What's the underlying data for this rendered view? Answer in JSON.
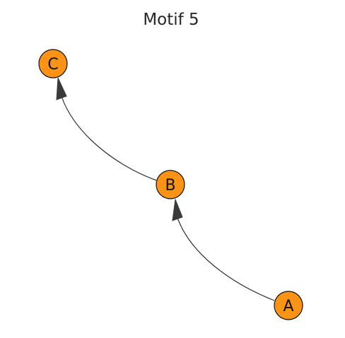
{
  "title": "Motif 5",
  "colors": {
    "node_fill": "#fa9316",
    "node_stroke": "#111111",
    "edge": "#2f2f2f",
    "background": "#ffffff"
  },
  "nodes": [
    {
      "id": "A",
      "label": "A"
    },
    {
      "id": "B",
      "label": "B"
    },
    {
      "id": "C",
      "label": "C"
    }
  ],
  "edges": [
    {
      "from": "A",
      "to": "B",
      "directed": true
    },
    {
      "from": "B",
      "to": "C",
      "directed": true
    }
  ]
}
